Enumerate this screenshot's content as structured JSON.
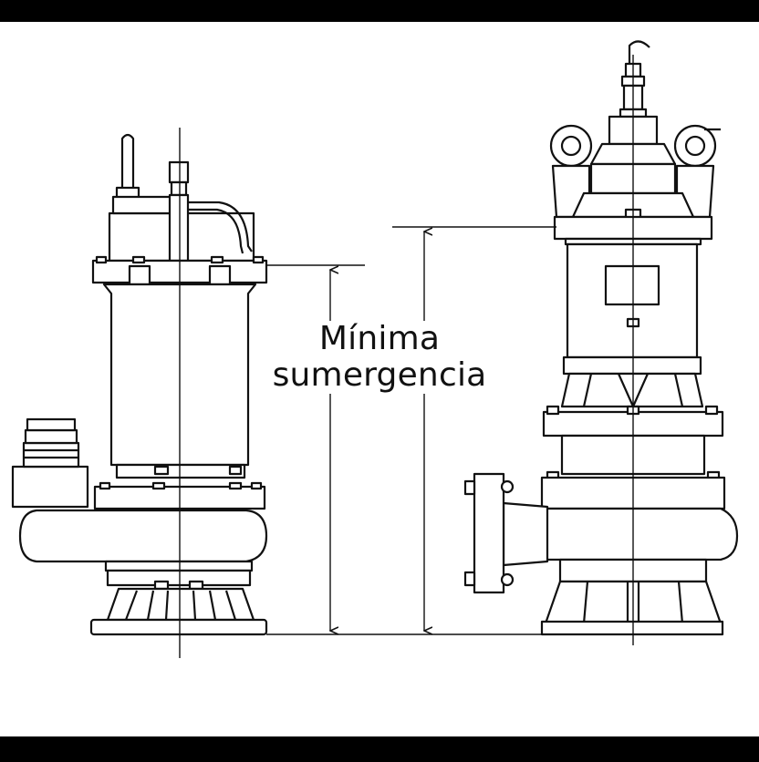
{
  "diagram": {
    "label_line1": "Mínima",
    "label_line2": "sumergencia"
  },
  "colors": {
    "background": "#ffffff",
    "frame": "#000000",
    "line": "#111111",
    "fill": "#ffffff"
  },
  "icons": {
    "left_pump": "submersible-pump-side-view",
    "right_pump": "submersible-pump-front-view",
    "dimension": "vertical-dimension-arrow"
  }
}
